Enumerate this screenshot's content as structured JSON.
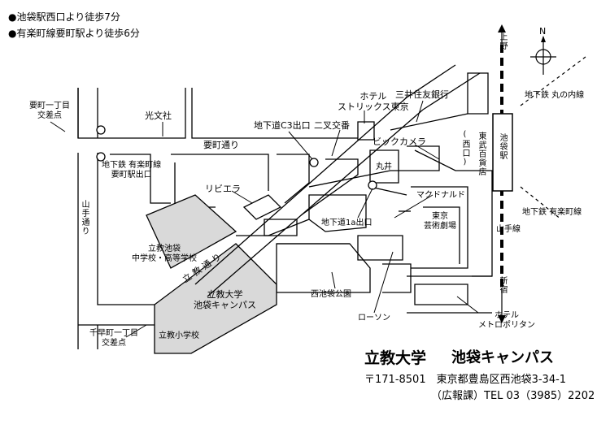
{
  "header": {
    "access": [
      "●池袋駅西口より徒歩7分",
      "●有楽町線要町駅より徒歩6分"
    ]
  },
  "landmarks": {
    "kanamecho_crossing": "要町一丁目\n交差点",
    "kobunsha": "光文社",
    "kaname_dori": "要町通り",
    "subway_c3": "地下道C3出口",
    "futamata_koban": "二叉交番",
    "hotel_strix": "ホテル\nストリックス東京",
    "mitsui_bank": "三井住友銀行",
    "bic_camera": "ビックカメラ",
    "marui": "丸井",
    "nishiguchi": "(西口)",
    "tobu": "東武百貨店",
    "ikebukuro_station": "池袋駅",
    "kanamecho_station": "地下鉄 有楽町線\n要町駅出口",
    "riviera": "リビエラ",
    "mcdonalds": "マクドナルド",
    "subway_1a": "地下道1a出口",
    "geijutsu": "東京\n芸術劇場",
    "marunouchi": "地下鉄 丸の内線",
    "yurakucho": "地下鉄 有楽町線",
    "yamanote_line": "山手線",
    "yamate_dori": "山手通り",
    "rikkyo_ikebukuro": "立教池袋\n中学校・高等学校",
    "rikkyo_dori": "立 教 通 り",
    "campus": "立教大学\n池袋キャンパス",
    "elementary": "立教小学校",
    "nishi_ikebukuro_park": "西池袋公園",
    "lawson": "ローソン",
    "hotel_metropolitan": "ホテル\nメトロポリタン",
    "senkawa_crossing": "千早町一丁目\n交差点",
    "to_ueno": "上野",
    "to_shinjuku": "新宿",
    "north": "N"
  },
  "info": {
    "university": "立教大学",
    "campus": "池袋キャンパス",
    "address": "〒171-8501　東京都豊島区西池袋3-34-1",
    "phone": "（広報課）TEL 03（3985）2202"
  },
  "colors": {
    "ink": "#000000",
    "campus_fill": "#d9d9d9",
    "paper": "#ffffff"
  }
}
